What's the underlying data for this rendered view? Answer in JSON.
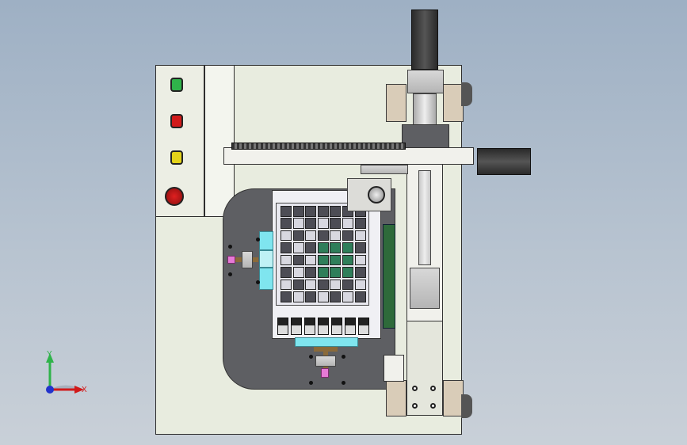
{
  "viewport": {
    "background_top": "#9eb0c4",
    "background_bottom": "#c9d0d8"
  },
  "buttons": [
    {
      "name": "start",
      "color": "#2fb34a"
    },
    {
      "name": "stop",
      "color": "#d11a1a"
    },
    {
      "name": "reset",
      "color": "#e3d21a"
    },
    {
      "name": "emergency-stop",
      "color": "#c01515"
    }
  ],
  "tray": {
    "rows": 8,
    "cols": 7,
    "green_cells": [
      [
        3,
        3
      ],
      [
        3,
        4
      ],
      [
        3,
        5
      ],
      [
        4,
        3
      ],
      [
        4,
        4
      ],
      [
        4,
        5
      ],
      [
        5,
        3
      ],
      [
        5,
        4
      ],
      [
        5,
        5
      ]
    ],
    "dark_cells": [
      [
        0,
        0
      ],
      [
        0,
        1
      ],
      [
        0,
        2
      ],
      [
        0,
        3
      ],
      [
        0,
        4
      ],
      [
        0,
        5
      ],
      [
        0,
        6
      ],
      [
        1,
        0
      ],
      [
        1,
        2
      ],
      [
        1,
        4
      ],
      [
        1,
        6
      ],
      [
        2,
        1
      ],
      [
        2,
        3
      ],
      [
        2,
        5
      ],
      [
        3,
        0
      ],
      [
        3,
        2
      ],
      [
        3,
        6
      ],
      [
        4,
        1
      ],
      [
        5,
        0
      ],
      [
        5,
        2
      ],
      [
        5,
        6
      ],
      [
        6,
        1
      ],
      [
        6,
        3
      ],
      [
        6,
        5
      ],
      [
        7,
        0
      ],
      [
        7,
        2
      ],
      [
        7,
        4
      ],
      [
        7,
        6
      ]
    ]
  },
  "triad": {
    "x_label": "X",
    "y_label": "Y",
    "x_color": "#d11a1a",
    "y_color": "#2fb34a",
    "origin_color": "#2233cc"
  }
}
